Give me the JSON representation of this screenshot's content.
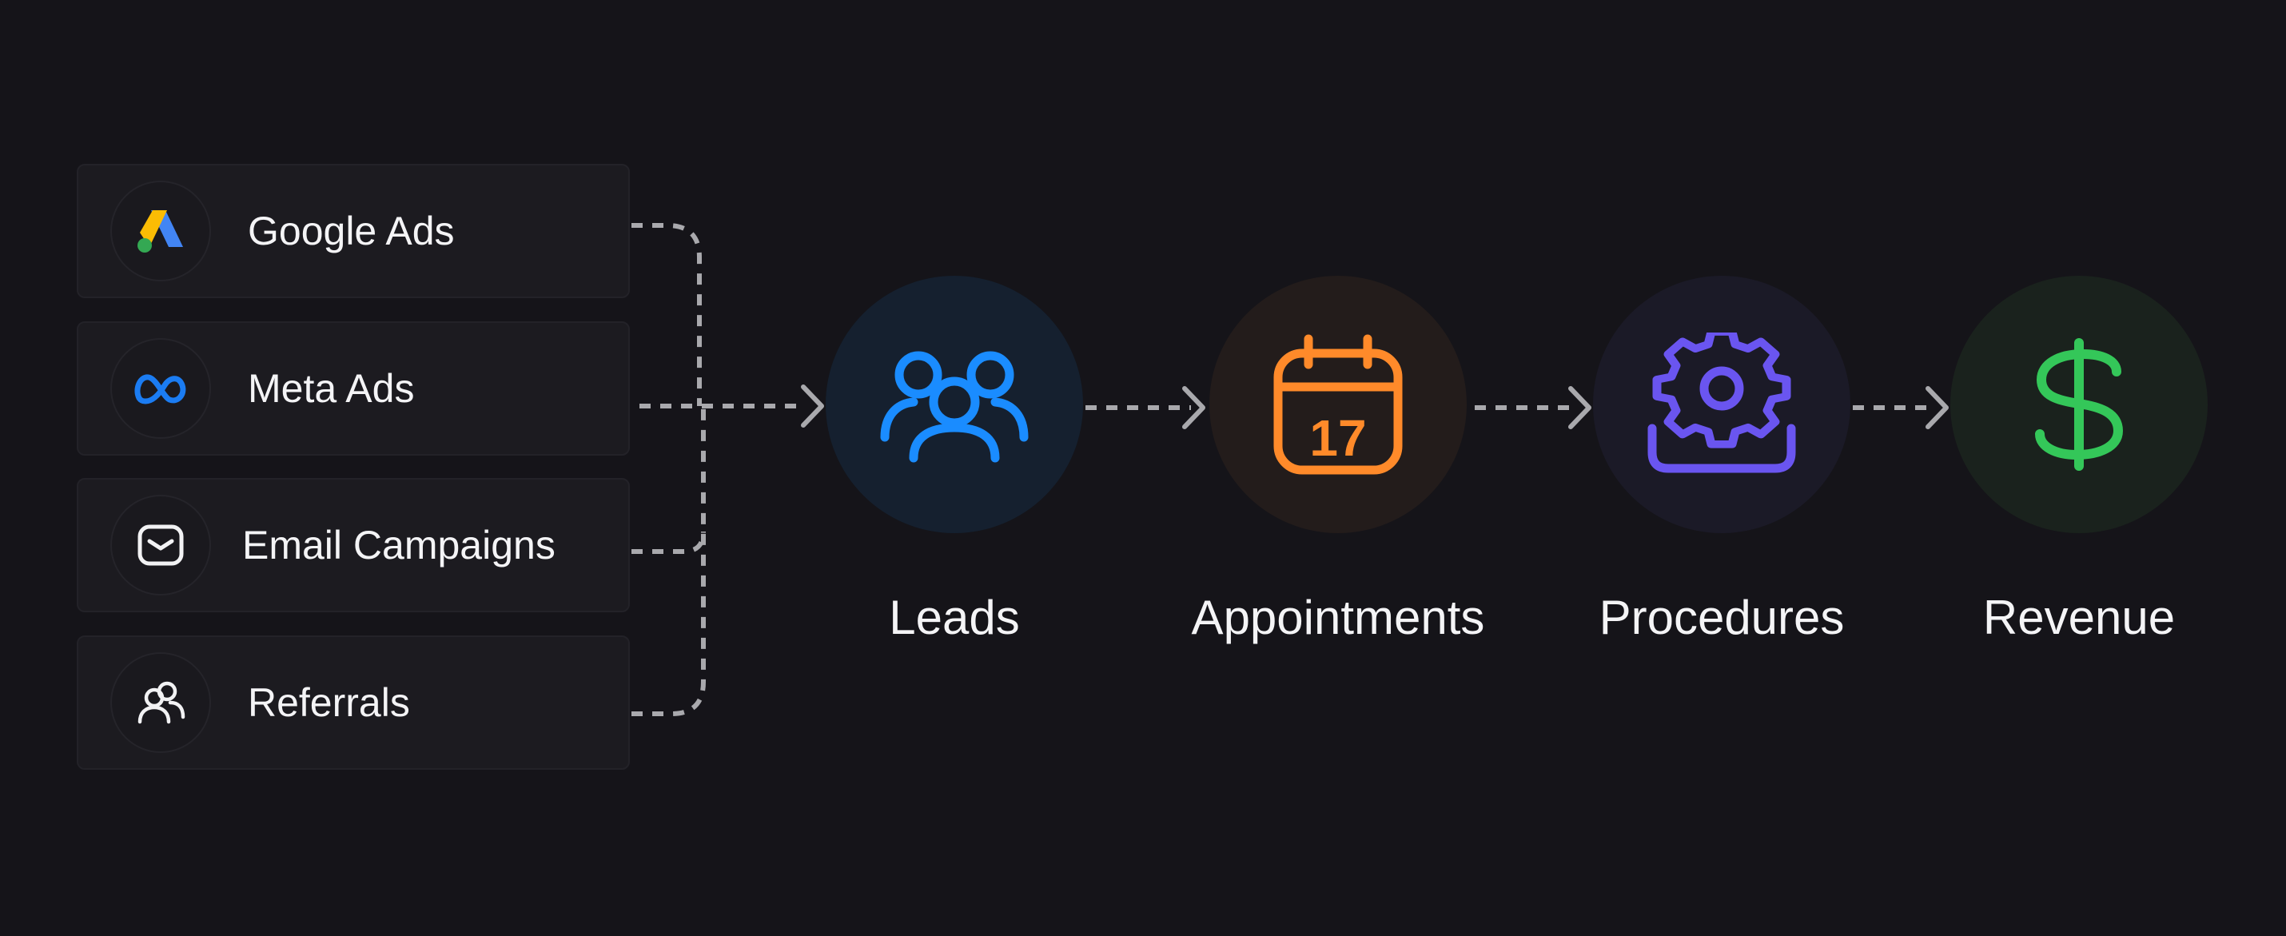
{
  "sources": [
    {
      "label": "Google Ads",
      "icon": "google-ads-icon"
    },
    {
      "label": "Meta Ads",
      "icon": "meta-icon"
    },
    {
      "label": "Email Campaigns",
      "icon": "mail-icon"
    },
    {
      "label": "Referrals",
      "icon": "users-icon"
    }
  ],
  "stages": [
    {
      "label": "Leads",
      "icon": "users-group-icon",
      "color": "#1a8cff"
    },
    {
      "label": "Appointments",
      "icon": "calendar-icon",
      "color": "#ff8a2a",
      "icon_text": "17"
    },
    {
      "label": "Procedures",
      "icon": "gear-icon",
      "color": "#6a55f0"
    },
    {
      "label": "Revenue",
      "icon": "dollar-icon",
      "color": "#34c759"
    }
  ],
  "colors": {
    "background": "#151419",
    "card": "#1c1b20",
    "connector": "#a9a9ad",
    "text": "#f4f4f6"
  }
}
